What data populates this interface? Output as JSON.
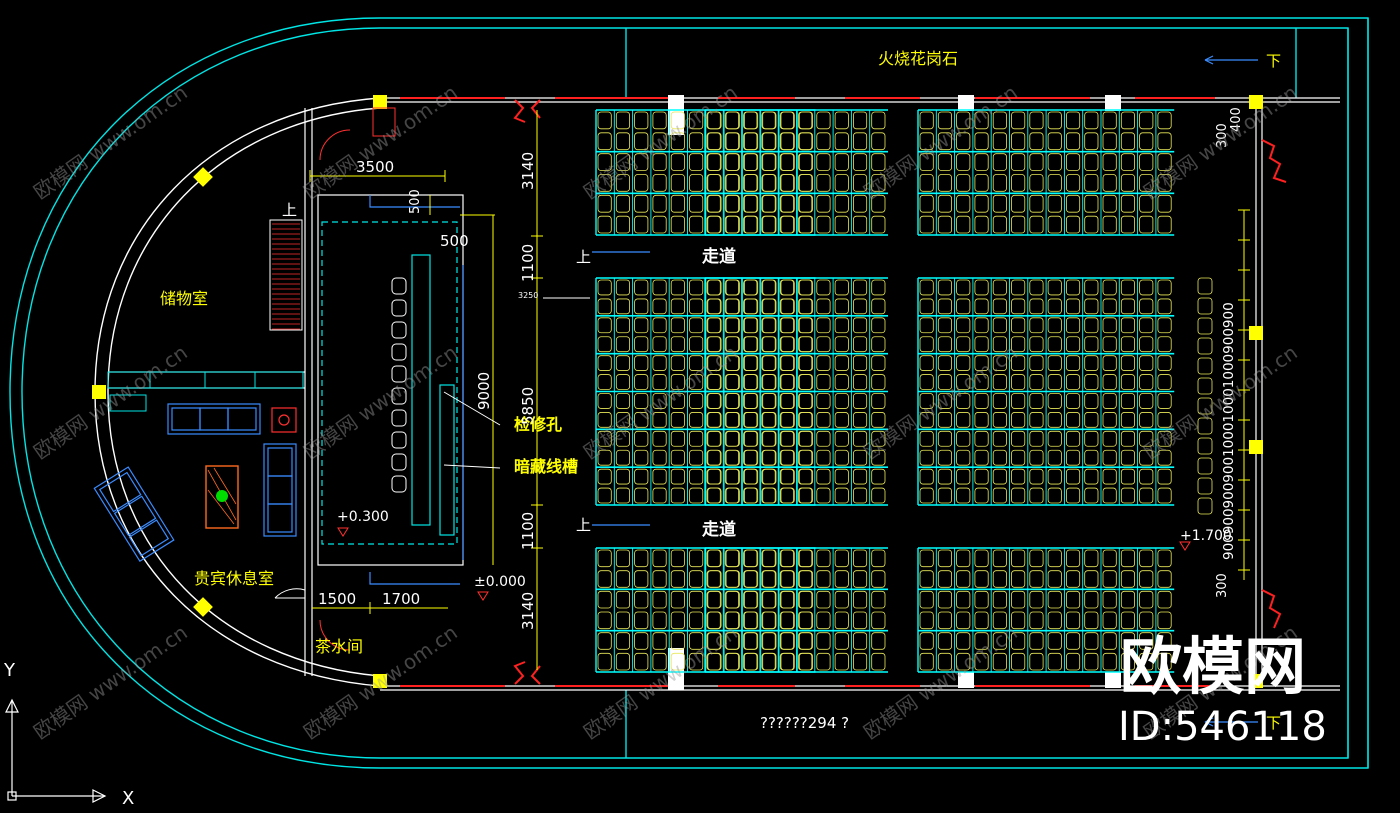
{
  "labels": {
    "granite": "火烧花岗石",
    "storage": "储物室",
    "vip_lounge": "贵宾休息室",
    "tea_room": "茶水间",
    "aisle_top": "走道",
    "aisle_bottom": "走道",
    "access_hole": "检修孔",
    "hidden_trough": "暗藏线槽",
    "up_mark": "上",
    "down_mark": "下",
    "bottom_note": "??????294   ?"
  },
  "dimensions": {
    "d3500": "3500",
    "d500a": "500",
    "d500b": "500",
    "d3140a": "3140",
    "d1100a": "1100",
    "d3250": "3250",
    "d5850": "5850",
    "d9000": "9000",
    "d1100b": "1100",
    "d3140b": "3140",
    "d1500": "1500",
    "d1700": "1700",
    "level_0300": "+0.300",
    "level_0000": "±0.000",
    "level_1700": "+1.700",
    "d300a": "300",
    "d400": "400",
    "d300b": "300",
    "right_stack": "900900900900100010001000900900"
  },
  "watermark": {
    "brand": "欧模网",
    "id": "ID:546118",
    "small_brand": "欧模网",
    "small_url": "www.om.cn"
  },
  "axes": {
    "x": "X",
    "y": "Y"
  },
  "colors": {
    "background": "#000000",
    "wall": "#00e5e5",
    "seat_rail": "#00ffff",
    "seat": "#e8e85a",
    "label": "#ffff00",
    "dimension": "#ffffff",
    "curtain": "#ff2020",
    "furniture": "#3a8cff",
    "column": "#ffff00"
  }
}
